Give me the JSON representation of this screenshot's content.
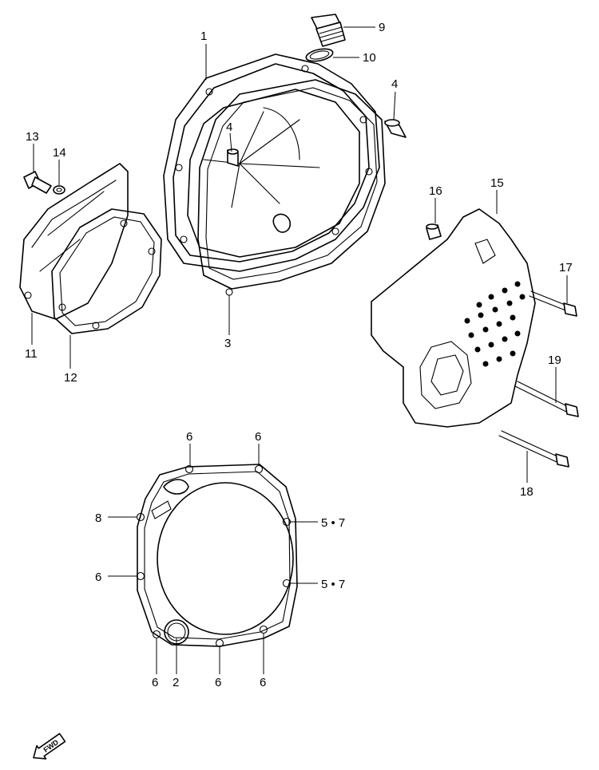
{
  "callouts": {
    "c1": "1",
    "c2": "2",
    "c3": "3",
    "c4a": "4",
    "c4b": "4",
    "c5_7a": "5 • 7",
    "c5_7b": "5 • 7",
    "c6a": "6",
    "c6b": "6",
    "c6c": "6",
    "c6d": "6",
    "c6e": "6",
    "c6f": "6",
    "c8": "8",
    "c9": "9",
    "c10": "10",
    "c11": "11",
    "c12": "12",
    "c13": "13",
    "c14": "14",
    "c15": "15",
    "c16": "16",
    "c17": "17",
    "c18": "18",
    "c19": "19"
  },
  "direction_marker": {
    "label": "FWD",
    "icon": "fwd-arrow-icon"
  }
}
